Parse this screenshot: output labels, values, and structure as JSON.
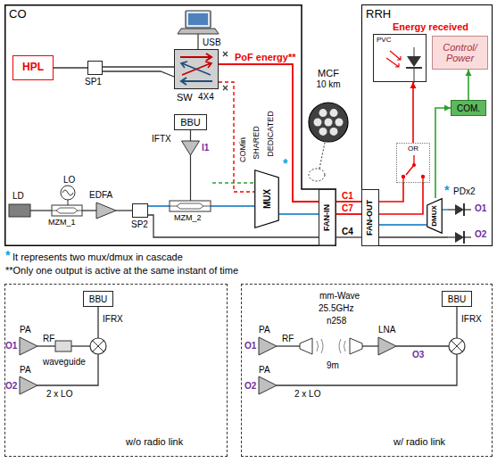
{
  "diagram": {
    "nodes": [
      {
        "text": [
          "CO"
        ]
      },
      {
        "text": [
          "SW",
          "4X4"
        ],
        "in": 0
      },
      {
        "text": [
          "HPL"
        ],
        "in": 0
      },
      {
        "text": [
          "SP1"
        ],
        "in": 0
      },
      {
        "text": [
          "BBU"
        ],
        "in": 0
      },
      {
        "text": [
          "SP2"
        ],
        "in": 0
      },
      {
        "text": [
          "MUX"
        ],
        "in": 0
      },
      {
        "text": [
          "FAN-IN"
        ],
        "in": 0
      },
      {
        "text": [
          "MCF",
          "10 km"
        ]
      },
      {
        "text": [
          "RRH"
        ]
      },
      {
        "text": [
          "PVC"
        ],
        "in": 9
      },
      {
        "text": [
          "Control/ Power"
        ],
        "in": 9
      },
      {
        "text": [
          "COM."
        ],
        "in": 9
      },
      {
        "text": [
          "OR"
        ],
        "in": 9
      },
      {
        "text": [
          "FAN-OUT"
        ],
        "in": 9
      },
      {
        "text": [
          "DMUX"
        ],
        "in": 9
      },
      {
        "text": [
          "PDx2"
        ],
        "in": 9
      },
      {
        "text": [
          "w/o radio link"
        ]
      },
      {
        "text": [
          "BBU"
        ],
        "in": 17
      },
      {
        "text": [
          "w/ radio link"
        ]
      },
      {
        "text": [
          "BBU"
        ],
        "in": 19
      }
    ],
    "edges": [
      {
        "from": 2,
        "to": 3,
        "arrow": "none"
      },
      {
        "from": 3,
        "to": 1,
        "arrow": "none"
      },
      {
        "from": 1,
        "to": 7,
        "label": "PoF energy**",
        "arrow": "none"
      },
      {
        "from": 1,
        "to": 6,
        "arrow": "none"
      },
      {
        "from": 5,
        "to": 6,
        "arrow": "none"
      },
      {
        "from": 6,
        "to": 7,
        "arrow": "none"
      },
      {
        "from": 5,
        "to": 7,
        "arrow": "none"
      },
      {
        "from": 7,
        "to": 14,
        "label": "C1",
        "arrow": "none"
      },
      {
        "from": 7,
        "to": 14,
        "label": "C7",
        "arrow": "none"
      },
      {
        "from": 7,
        "to": 14,
        "label": "C4",
        "arrow": "none"
      },
      {
        "from": 14,
        "to": 13,
        "arrow": "none"
      },
      {
        "from": 14,
        "to": 13,
        "arrow": "none"
      },
      {
        "from": 13,
        "to": 10,
        "arrow": "to"
      },
      {
        "from": 14,
        "to": 15,
        "arrow": "none"
      },
      {
        "from": 15,
        "to": 12,
        "arrow": "to"
      },
      {
        "from": 12,
        "to": 11,
        "arrow": "to"
      },
      {
        "from": 15,
        "to": 16,
        "arrow": "none"
      },
      {
        "from": 14,
        "to": 16,
        "arrow": "none"
      }
    ],
    "labels": [
      "USB",
      "COMin",
      "SHARED",
      "DEDICATED",
      "*",
      "IFTX",
      "I1",
      "LD",
      "LO",
      "MZM_1",
      "EDFA",
      "MZM_2",
      "Energy received",
      "*",
      "O1",
      "O2",
      "*",
      "It represents two mux/dmux in cascade",
      "**Only one output is active at the same instant of time",
      "PA",
      "O1",
      "RF",
      "waveguide",
      "IFRX",
      "O2",
      "PA",
      "2 x LO",
      "mm-Wave",
      "25.5GHz",
      "n258",
      "IFRX",
      "PA",
      "O1",
      "RF",
      "9m",
      "LNA",
      "O3",
      "O2",
      "PA",
      "2 x LO"
    ]
  }
}
